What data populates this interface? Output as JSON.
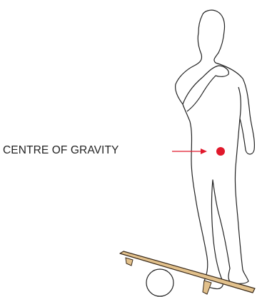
{
  "diagram": {
    "label": "CENTRE OF GRAVITY",
    "colors": {
      "outline": "#222222",
      "marker": "#e0182b",
      "board": "#e2c18c",
      "board_stroke": "#3a2a1a",
      "roller_fill": "#ffffff"
    },
    "elements": [
      "person-outline",
      "centre-of-gravity-dot",
      "balance-board",
      "roller-cylinder"
    ]
  }
}
